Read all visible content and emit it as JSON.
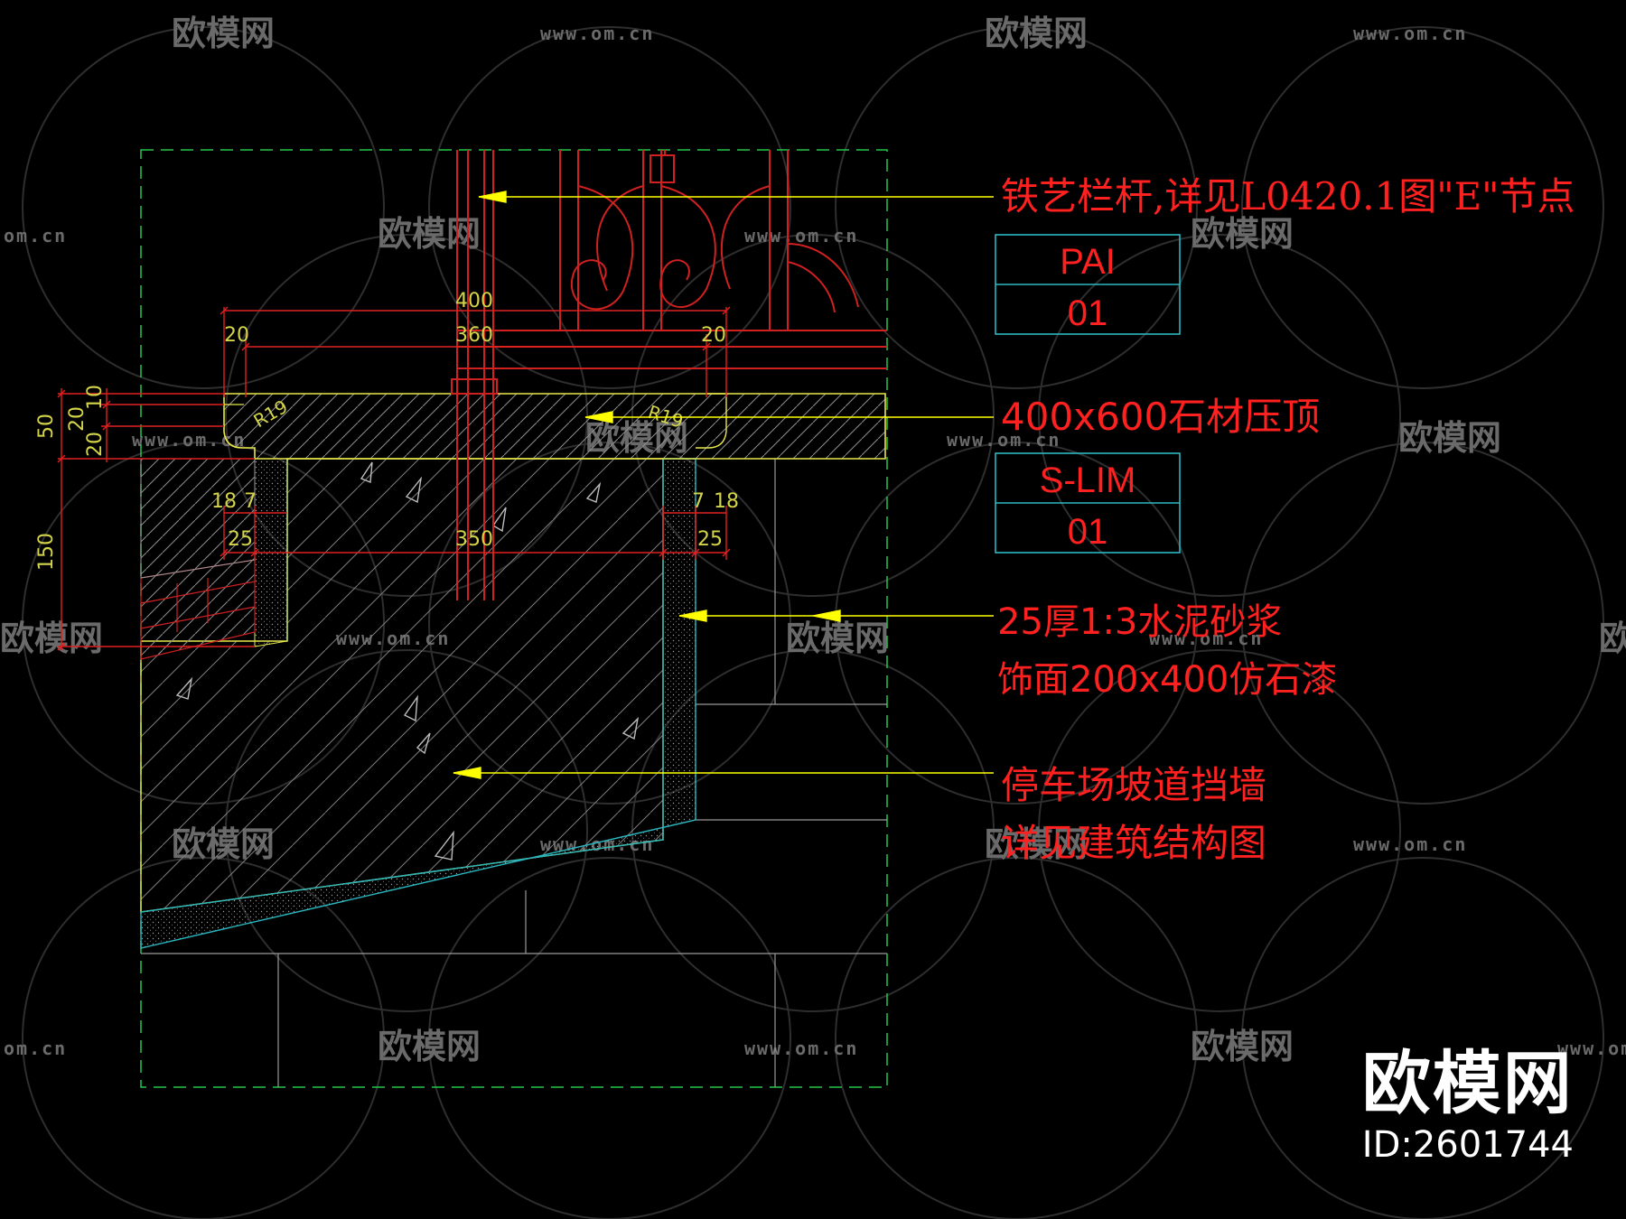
{
  "watermark": {
    "brand": "欧模网",
    "url": "www.om.cn",
    "url_short": "om.cn"
  },
  "colors": {
    "background": "#000000",
    "callout": "#ff2020",
    "dimension": "#d4d44a",
    "leader": "#ffff00",
    "outline": "#e8e84a",
    "cyan": "#2ab8c0",
    "frame": "#22c84a",
    "hatch": "#8a8a8a"
  },
  "dimensions": {
    "top_total": "400",
    "top_inner": "360",
    "top_left": "20",
    "top_right": "20",
    "v_total": "50",
    "v_a": "20",
    "v_b": "10",
    "v_c": "20",
    "v_lower": "150",
    "radius_left": "R19",
    "radius_right": "R19",
    "mid_left_a": "18",
    "mid_left_b": "7",
    "mid_right_a": "7",
    "mid_right_b": "18",
    "bottom_left": "25",
    "bottom_center": "350",
    "bottom_right": "25"
  },
  "callouts": {
    "railing": "铁艺栏杆,详见L0420.1图\"E\"节点",
    "coping": "400x600石材压顶",
    "mortar_1": "25厚1:3水泥砂浆",
    "mortar_2": "饰面200x400仿石漆",
    "wall_1": "停车场坡道挡墙",
    "wall_2": "详见建筑结构图"
  },
  "tags": [
    {
      "code": "PAI",
      "num": "01"
    },
    {
      "code": "S-LIM",
      "num": "01"
    }
  ],
  "brand": {
    "logo": "欧模网",
    "id": "ID:2601744"
  }
}
